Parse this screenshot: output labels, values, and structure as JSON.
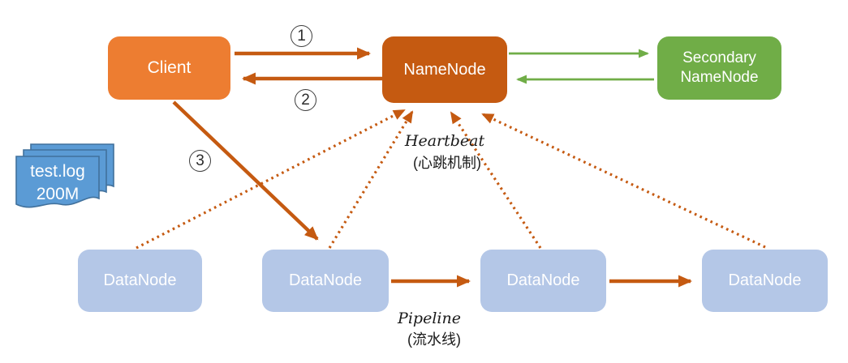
{
  "nodes": {
    "client": {
      "label": "Client",
      "fill": "#ED7D31"
    },
    "namenode": {
      "label": "NameNode",
      "fill": "#C55A11"
    },
    "secondary": {
      "line1": "Secondary",
      "line2": "NameNode",
      "fill": "#70AD47"
    },
    "datanodes": [
      {
        "label": "DataNode"
      },
      {
        "label": "DataNode"
      },
      {
        "label": "DataNode"
      },
      {
        "label": "DataNode"
      }
    ],
    "datanode_fill": "#B4C7E7"
  },
  "file_stack": {
    "name": "test.log",
    "size": "200M",
    "fill": "#5B9BD5",
    "border": "#41719C"
  },
  "steps": {
    "one": "1",
    "two": "2",
    "three": "3"
  },
  "annotations": {
    "heartbeat": {
      "en": "Heartbeat",
      "zh": "(心跳机制)"
    },
    "pipeline": {
      "en": "Pipeline",
      "zh": "(流水线)"
    }
  },
  "colors": {
    "arrow_orange": "#C55A11",
    "arrow_green": "#70AD47"
  }
}
